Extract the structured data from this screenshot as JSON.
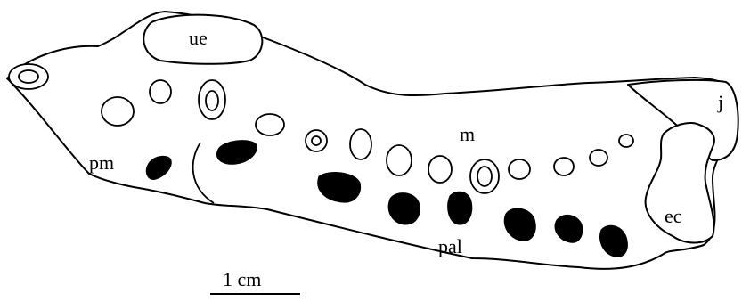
{
  "labels": {
    "ue": "ue",
    "j": "j",
    "m": "m",
    "pm": "pm",
    "pal": "pal",
    "ec": "ec"
  },
  "scale_bar": {
    "label": "1 cm"
  },
  "colors": {
    "ink": "#000000",
    "paper": "#ffffff"
  }
}
